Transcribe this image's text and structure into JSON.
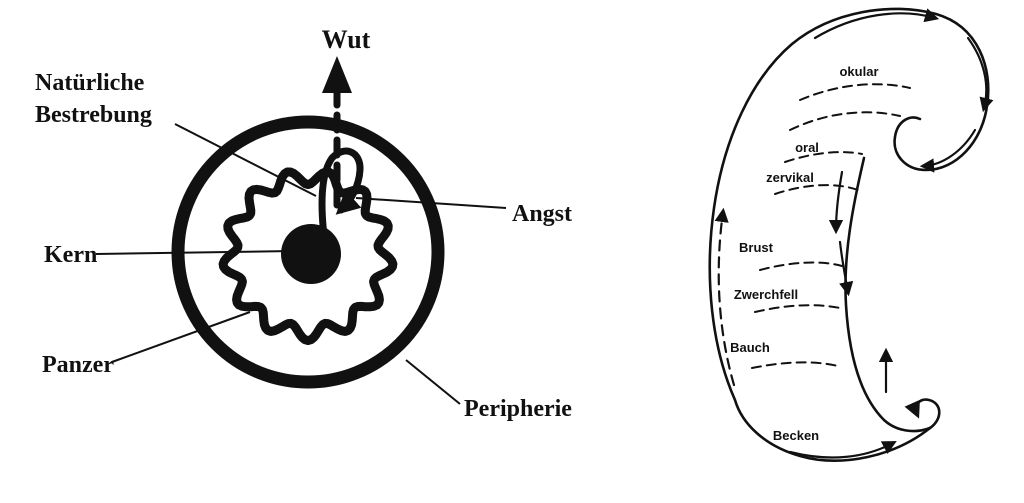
{
  "figure": {
    "colors": {
      "ink": "#111111",
      "background": "#ffffff"
    },
    "left": {
      "labels": {
        "wut": "Wut",
        "natuerliche_line1": "Natürliche",
        "natuerliche_line2": "Bestrebung",
        "angst": "Angst",
        "kern": "Kern",
        "panzer": "Panzer",
        "peripherie": "Peripherie"
      }
    },
    "right": {
      "labels": {
        "okular": "okular",
        "oral": "oral",
        "zervikal": "zervikal",
        "brust": "Brust",
        "zwerchfell": "Zwerchfell",
        "bauch": "Bauch",
        "becken": "Becken"
      }
    }
  }
}
